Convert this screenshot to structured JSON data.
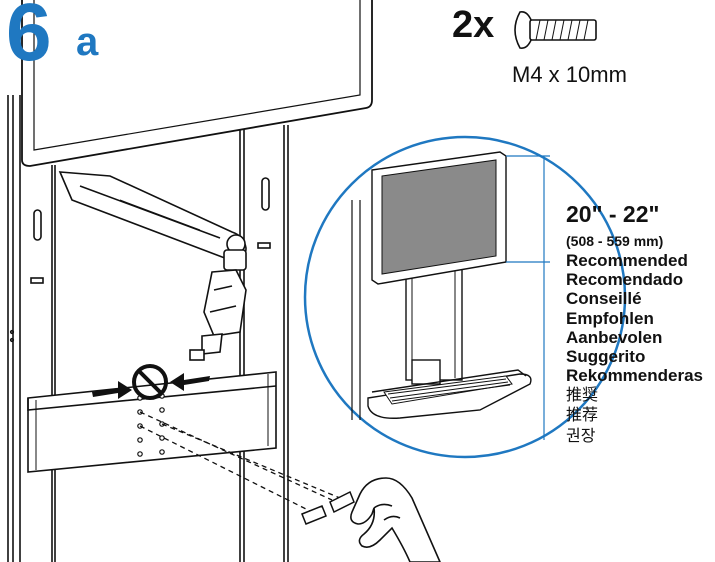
{
  "step": {
    "number": "6",
    "letter": "a"
  },
  "hardware": {
    "quantity": "2x",
    "spec": "M4 x 10mm",
    "icon": "screw-icon"
  },
  "size_callout": {
    "range_inches": "20\" - 22\"",
    "range_mm": "(508 - 559 mm)",
    "recommended": [
      "Recommended",
      "Recomendado",
      "Conseillé",
      "Empfohlen",
      "Aanbevolen",
      "Suggerito",
      "Rekommenderas"
    ],
    "recommended_cjk": [
      "推奨",
      "推荐",
      "권장"
    ]
  },
  "colors": {
    "step_blue": "#1f78c1",
    "line": "#111111",
    "screen": "#8a8a8a"
  }
}
